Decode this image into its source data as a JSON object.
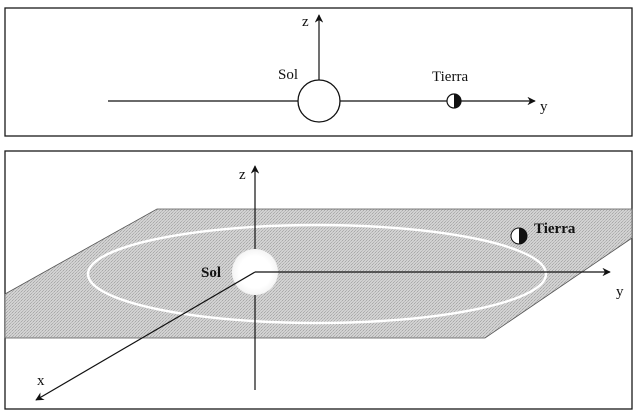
{
  "top_panel": {
    "axis_z_label": "z",
    "axis_y_label": "y",
    "sun_label": "Sol",
    "earth_label": "Tierra"
  },
  "bottom_panel": {
    "axis_z_label": "z",
    "axis_y_label": "y",
    "axis_x_label": "x",
    "sun_label": "Sol",
    "earth_label": "Tierra"
  }
}
